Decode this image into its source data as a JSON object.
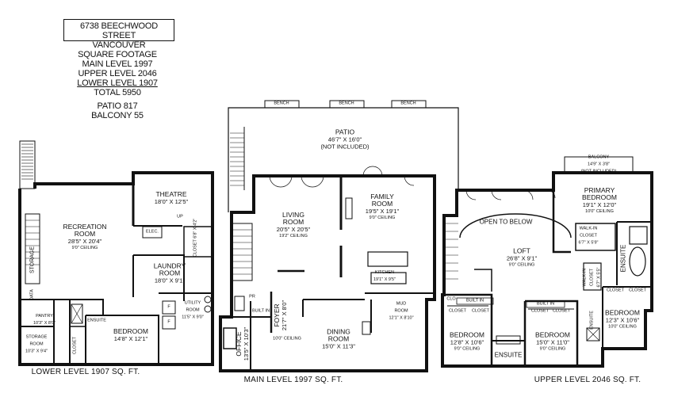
{
  "info": {
    "address_line1": "6738 BEECHWOOD STREET",
    "address_line2": "VANCOUVER",
    "sqft_heading": "SQUARE FOOTAGE",
    "main_level": "MAIN LEVEL 1997",
    "upper_level": "UPPER LEVEL 2046",
    "lower_level": "LOWER LEVEL 1907",
    "total": "TOTAL 5950",
    "patio": "PATIO 817",
    "balcony": "BALCONY 55"
  },
  "lower": {
    "caption": "LOWER LEVEL 1907 SQ. FT.",
    "theatre": {
      "name": "THEATRE",
      "size": "18'0\" X 12'5\""
    },
    "recreation": {
      "name1": "RECREATION",
      "name2": "ROOM",
      "size": "28'5\" X 20'4\"",
      "ceiling": "9'0\" CEILING"
    },
    "laundry": {
      "name1": "LAUNDRY",
      "name2": "ROOM",
      "size": "18'0\" X 9'1\""
    },
    "utility": {
      "name1": "UTILITY",
      "name2": "ROOM",
      "size": "11'5\" X 9'0\""
    },
    "bedroom": {
      "name": "BEDROOM",
      "size": "14'8\" X 12'1\""
    },
    "storage_room": {
      "name1": "STORAGE",
      "name2": "ROOM",
      "size": "10'3\" X 9'4\""
    },
    "pantry": {
      "name": "PANTRY",
      "size": "10'3\" X 8'0\""
    },
    "ensuite": "ENSUITE",
    "closet": "CLOSET",
    "closet2": "CLOSET",
    "closet2_size": "6'8\" X 4'2\"",
    "storage": "STORAGE",
    "data": "DATA",
    "elec": "ELEC.",
    "up": "UP",
    "f1": "F",
    "f2": "F"
  },
  "main": {
    "caption": "MAIN LEVEL 1997 SQ. FT.",
    "bench": "BENCH",
    "patio": {
      "name": "PATIO",
      "size": "46'7\" X 16'0\"",
      "note": "(NOT INCLUDED)"
    },
    "living": {
      "name1": "LIVING",
      "name2": "ROOM",
      "size": "20'5\" X 20'5\"",
      "ceiling": "19'2\" CEILING"
    },
    "family": {
      "name1": "FAMILY",
      "name2": "ROOM",
      "size": "19'5\" X 19'1\"",
      "ceiling": "9'0\" CEILING"
    },
    "kitchen": {
      "name": "KITCHEN",
      "size": "19'1\" X 9'5\""
    },
    "mud": {
      "name1": "MUD",
      "name2": "ROOM",
      "size": "12'1\" X 8'10\""
    },
    "dining": {
      "name1": "DINING",
      "name2": "ROOM",
      "size": "15'0\" X 11'3\""
    },
    "foyer": {
      "name": "FOYER",
      "size": "21'7\" X 8'0\""
    },
    "office": {
      "name": "OFFICE",
      "size": "13'5\" X 10'3\""
    },
    "ceiling_10": "10'0\" CEILING",
    "built_in": "BUILT IN",
    "pr": "PR"
  },
  "upper": {
    "caption": "UPPER LEVEL 2046 SQ. FT.",
    "balcony": {
      "name": "BALCONY",
      "size": "14'9\" X 3'8\"",
      "note": "(NOT INCLUDED)"
    },
    "open": "OPEN TO BELOW",
    "primary": {
      "name1": "PRIMARY",
      "name2": "BEDROOM",
      "size": "19'1\" X 12'0\"",
      "ceiling": "10'0\" CEILING"
    },
    "walkin1": {
      "name1": "WALK-IN",
      "name2": "CLOSET",
      "size": "6'7\" X 5'9\""
    },
    "walkin2": {
      "name1": "WALK-IN",
      "name2": "CLOSET",
      "size": "6'7\" X 5'5\""
    },
    "ensuite_big": "ENSUITE",
    "loft": {
      "name": "LOFT",
      "size": "26'8\" X 9'1\"",
      "ceiling": "9'0\" CEILING"
    },
    "bed_right": {
      "name": "BEDROOM",
      "size": "12'3\" X 10'6\"",
      "ceiling": "10'0\" CEILING"
    },
    "bed_left": {
      "name": "BEDROOM",
      "size": "12'8\" X 10'6\"",
      "ceiling": "9'0\" CEILING"
    },
    "bed_mid": {
      "name": "BEDROOM",
      "size": "15'0\" X 11'0\"",
      "ceiling": "9'0\" CEILING"
    },
    "ensuite_mid": "ENSUITE",
    "ensuite_small": "ENSUITE",
    "closet": "CLOSET",
    "clo": "CLO",
    "built_in": "BUILT IN"
  }
}
